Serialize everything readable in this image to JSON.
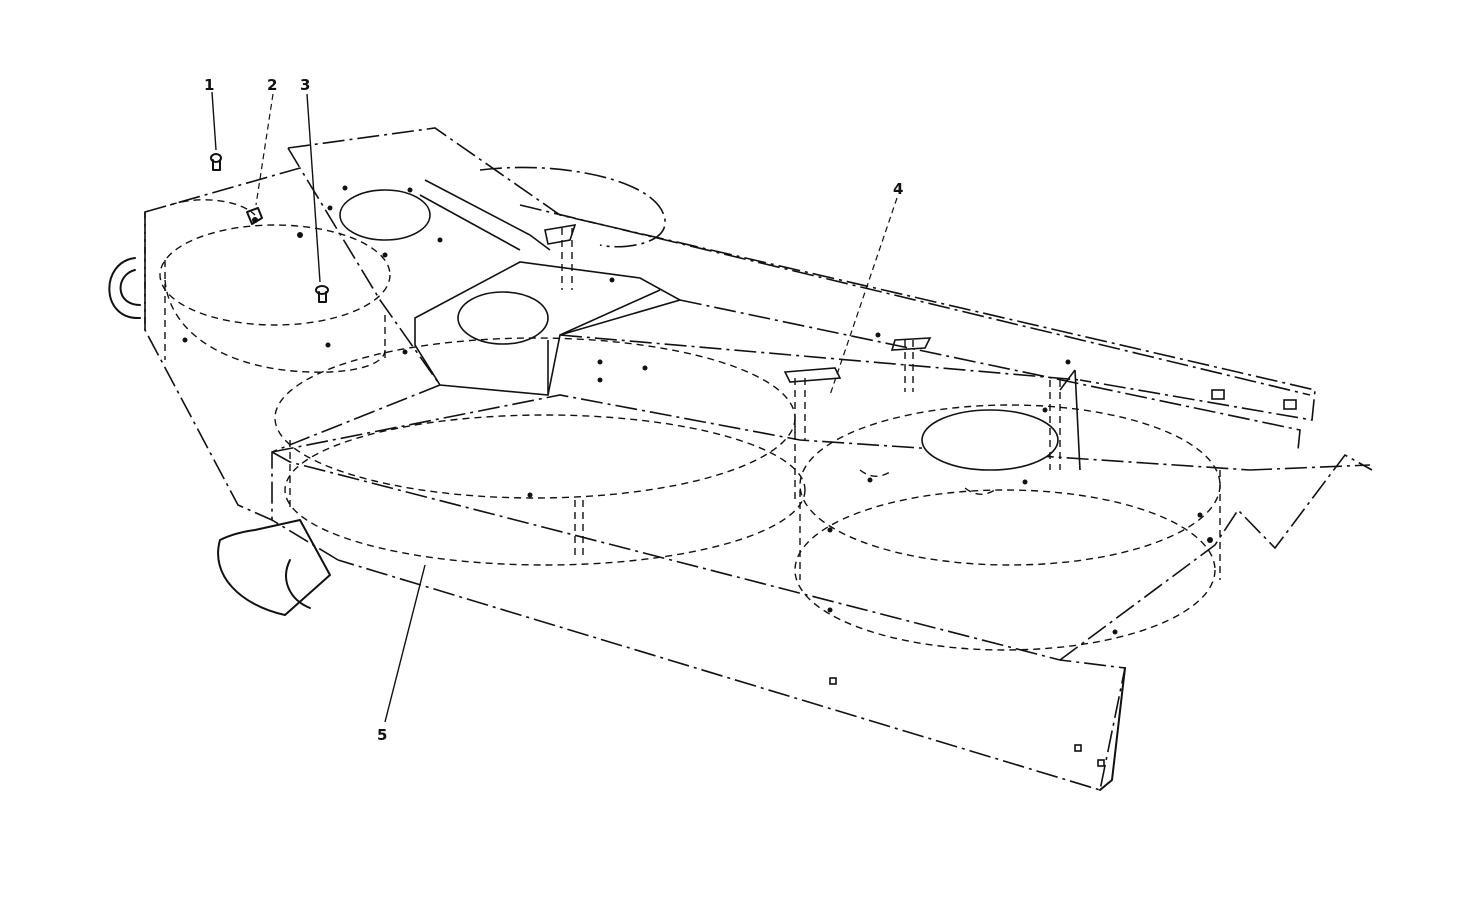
{
  "callouts": [
    {
      "id": "c1",
      "label": "1"
    },
    {
      "id": "c2",
      "label": "2"
    },
    {
      "id": "c3",
      "label": "3"
    },
    {
      "id": "c4",
      "label": "4"
    },
    {
      "id": "c5",
      "label": "5"
    }
  ],
  "colors": {
    "ink": "#111111",
    "paper": "#ffffff"
  }
}
